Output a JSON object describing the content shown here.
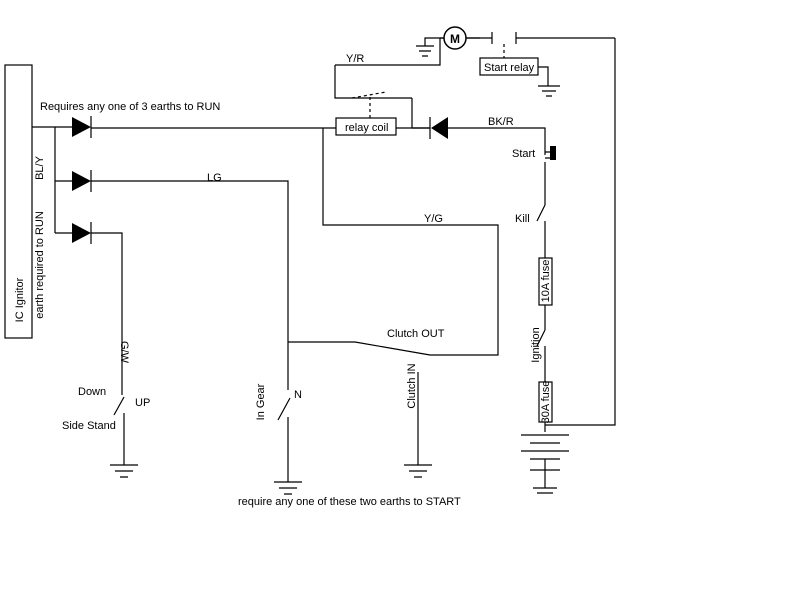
{
  "labels": {
    "ic_ignitor": "IC Ignitor",
    "earth_required": "earth required to RUN",
    "bl_y": "BL/Y",
    "requires_any_one": "Requires any one of 3 earths to RUN",
    "lg": "LG",
    "g_w": "G/W",
    "down": "Down",
    "up": "UP",
    "side_stand": "Side Stand",
    "in_gear": "In Gear",
    "n": "N",
    "y_r": "Y/R",
    "relay_coil": "relay coil",
    "bk_r": "BK/R",
    "y_g": "Y/G",
    "clutch_out": "Clutch OUT",
    "clutch_in": "Clutch IN",
    "start_relay": "Start relay",
    "motor": "M",
    "start": "Start",
    "kill": "Kill",
    "fuse_10a": "10A fuse",
    "ignition": "Ignition",
    "fuse_30a": "30A fuse",
    "require_start": "require any one of these two earths to START"
  }
}
